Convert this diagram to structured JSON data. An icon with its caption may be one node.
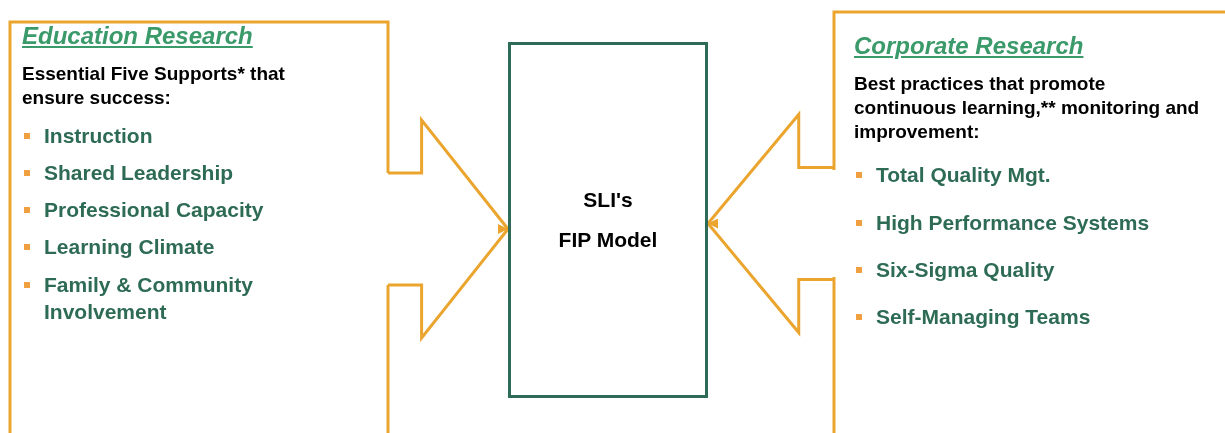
{
  "diagram": {
    "nodes": [
      {
        "text": [
          "Education Research",
          "Essential Five Supports* that ensure success:",
          "Instruction",
          "Shared Leadership",
          "Professional Capacity",
          "Learning Climate",
          "Family & Community Involvement"
        ]
      },
      {
        "text": [
          "SLI's FIP Model"
        ]
      },
      {
        "text": [
          "Corporate Research",
          "Best practices that promote continuous learning,** monitoring and improvement:",
          "Total Quality Mgt.",
          "High Performance Systems",
          "Six-Sigma Quality",
          "Self-Managing Teams"
        ]
      }
    ],
    "edges": [
      {
        "from": 0,
        "to": 1,
        "arrow": "to"
      },
      {
        "from": 2,
        "to": 1,
        "arrow": "to"
      }
    ]
  }
}
